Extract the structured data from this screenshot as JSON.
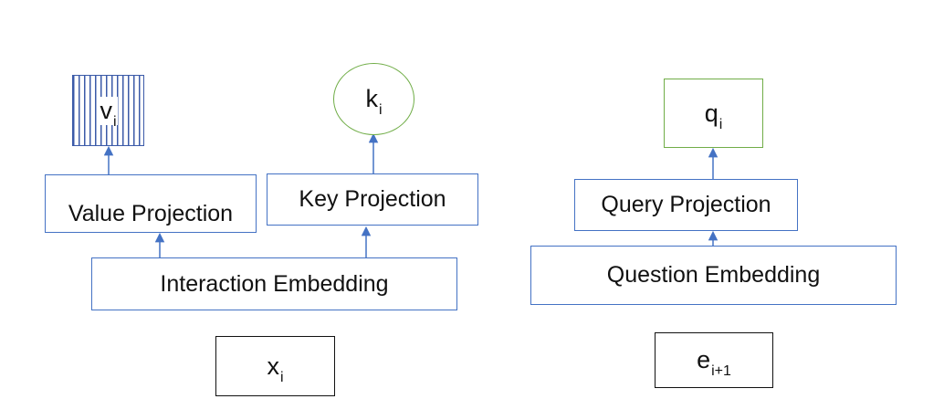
{
  "diagram": {
    "left": {
      "value_label": "v",
      "value_sub": "i",
      "key_label": "k",
      "key_sub": "i",
      "value_projection": "Value Projection",
      "key_projection": "Key Projection",
      "interaction_embedding": "Interaction Embedding",
      "input_label": "x",
      "input_sub": "i"
    },
    "right": {
      "query_label": "q",
      "query_sub": "i",
      "query_projection": "Query Projection",
      "question_embedding": "Question Embedding",
      "input_label": "e",
      "input_sub": "i+1"
    },
    "colors": {
      "arrow": "#4472c4",
      "green_border": "#70ad47",
      "hatch": "#3b5aa8"
    }
  }
}
